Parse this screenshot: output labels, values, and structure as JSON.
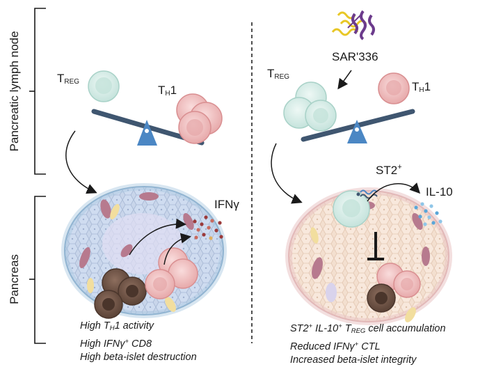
{
  "axis_labels": {
    "lymph_node": "Pancreatic lymph node",
    "pancreas": "Pancreas"
  },
  "left": {
    "treg_main": "T",
    "treg_sub": "REG",
    "th1_main": "T",
    "th1_sub": "H",
    "th1_tail": "1",
    "cytokine": "IFNγ",
    "captions": [
      {
        "a": "High T",
        "sub": "H",
        "b": "1 activity"
      },
      {
        "a": "High IFNγ",
        "sup": "+",
        "b": " CD8"
      },
      {
        "a": "High beta-islet destruction"
      }
    ]
  },
  "right": {
    "drug": "SAR'336",
    "treg_main": "T",
    "treg_sub": "REG",
    "th1_main": "T",
    "th1_sub": "H",
    "th1_tail": "1",
    "receptor": "ST2",
    "receptor_sup": "+",
    "cytokine": "IL-10",
    "captions": [
      {
        "a": "ST2",
        "sup": "+",
        "b": " IL-10",
        "sup2": "+",
        "c": " T",
        "sub": "REG",
        "d": " cell accumulation"
      },
      {
        "a": "Reduced IFNγ",
        "sup": "+",
        "b": " CTL"
      },
      {
        "a": "Increased beta-islet integrity"
      }
    ]
  },
  "colors": {
    "treg": "#d3ebe6",
    "th1": "#efc1c1",
    "cd8": "#6e5548",
    "seesaw": "#3f5670",
    "fulcrum": "#4b87c4",
    "islet_left": "#c9d6ec",
    "islet_right": "#f5e3d6",
    "ifng_dot": "#9b3a3a",
    "il10_dot": "#5aa6d8"
  }
}
